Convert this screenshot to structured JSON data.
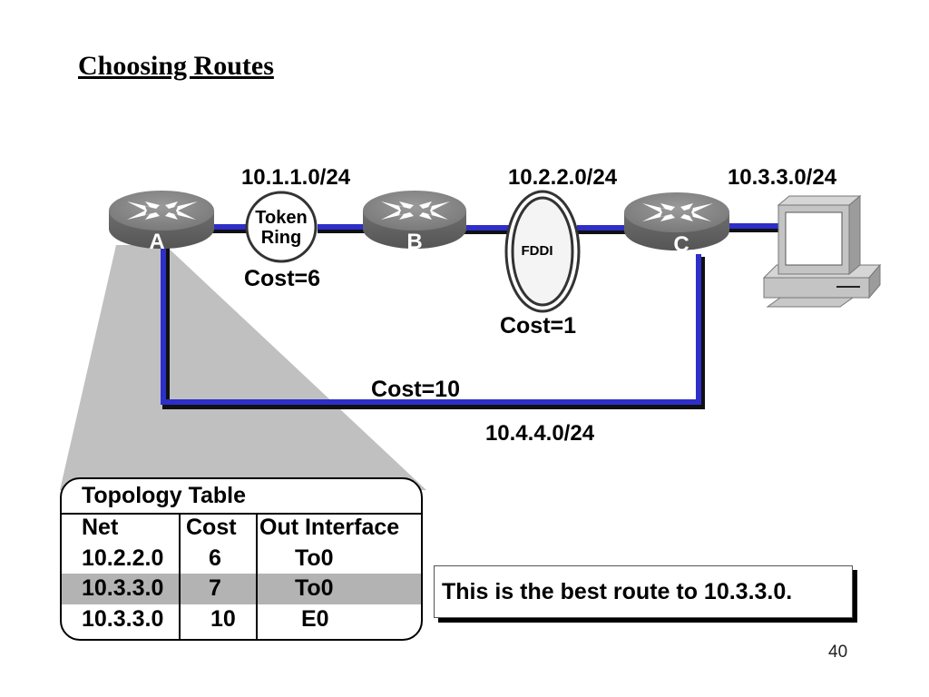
{
  "slide": {
    "title": "Choosing Routes",
    "page_number": "40"
  },
  "network": {
    "routers": [
      {
        "id": "A",
        "label": "A"
      },
      {
        "id": "B",
        "label": "B"
      },
      {
        "id": "C",
        "label": "C"
      }
    ],
    "segments": [
      {
        "name": "token-ring",
        "media_label_1": "Token",
        "media_label_2": "Ring",
        "subnet": "10.1.1.0/24",
        "cost_label": "Cost=6"
      },
      {
        "name": "fddi",
        "media_label": "FDDI",
        "subnet": "10.2.2.0/24",
        "cost_label": "Cost=1"
      },
      {
        "name": "host-lan",
        "subnet": "10.3.3.0/24"
      },
      {
        "name": "direct-link",
        "subnet": "10.4.4.0/24",
        "cost_label": "Cost=10"
      }
    ],
    "colors": {
      "link": "#2e2ec8",
      "router": "#6b6b6b",
      "callout_wedge": "#c0c0c0",
      "highlight_row": "#b3b3b3"
    }
  },
  "topology_table": {
    "title": "Topology Table",
    "columns": [
      "Net",
      "Cost",
      "Out Interface"
    ],
    "rows": [
      {
        "net": "10.2.2.0",
        "cost": "6",
        "iface": "To0",
        "highlighted": false
      },
      {
        "net": "10.3.3.0",
        "cost": "7",
        "iface": "To0",
        "highlighted": true
      },
      {
        "net": "10.3.3.0",
        "cost": "10",
        "iface": "E0",
        "highlighted": false
      }
    ]
  },
  "callout": {
    "text": "This is the best route to 10.3.3.0."
  }
}
